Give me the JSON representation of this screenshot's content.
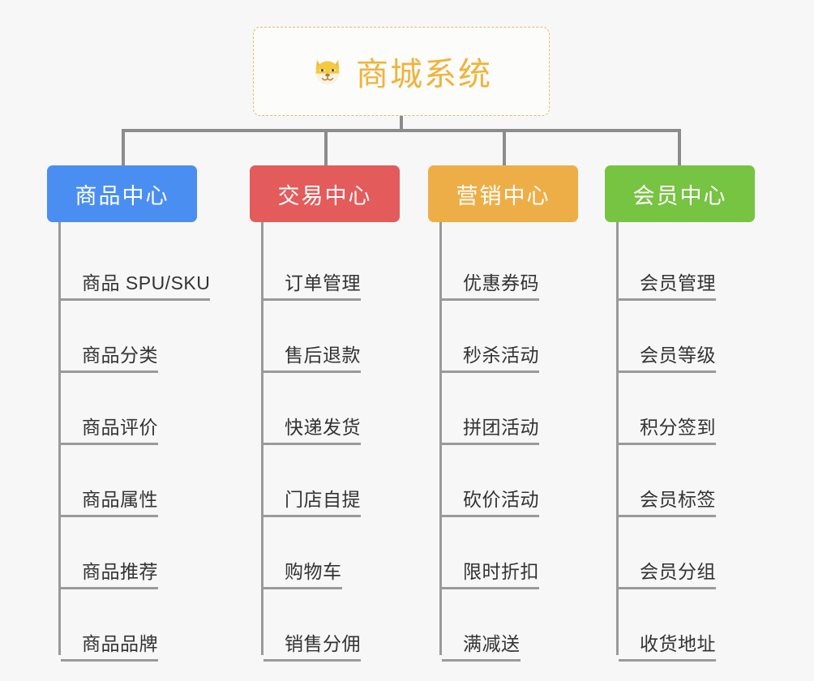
{
  "theme": {
    "background": "#f7f7f7",
    "connector": "#8c8c8c",
    "rail": "#9a9a9a",
    "leaf_text": "#333333",
    "root_border": "#e8b96a",
    "root_text": "#f0b33c"
  },
  "root": {
    "title": "商城系统",
    "icon": "shiba-inu-emoji"
  },
  "columns": [
    {
      "label": "商品中心",
      "color": "#4a8ef2",
      "name": "product-center",
      "items": [
        "商品 SPU/SKU",
        "商品分类",
        "商品评价",
        "商品属性",
        "商品推荐",
        "商品品牌"
      ]
    },
    {
      "label": "交易中心",
      "color": "#e45b5b",
      "name": "trade-center",
      "items": [
        "订单管理",
        "售后退款",
        "快递发货",
        "门店自提",
        "购物车",
        "销售分佣"
      ]
    },
    {
      "label": "营销中心",
      "color": "#eeae47",
      "name": "marketing-center",
      "items": [
        "优惠券码",
        "秒杀活动",
        "拼团活动",
        "砍价活动",
        "限时折扣",
        "满减送"
      ]
    },
    {
      "label": "会员中心",
      "color": "#77c342",
      "name": "member-center",
      "items": [
        "会员管理",
        "会员等级",
        "积分签到",
        "会员标签",
        "会员分组",
        "收货地址"
      ]
    }
  ]
}
